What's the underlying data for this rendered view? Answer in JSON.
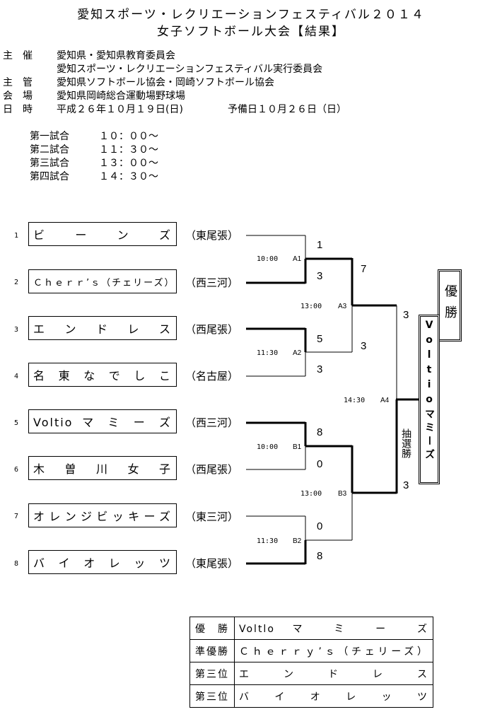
{
  "header": {
    "title_line1": "愛知スポーツ・レクリエーションフェスティバル２０１４",
    "title_line2": "女子ソフトボール大会【結果】"
  },
  "info": {
    "sponsor_label": "主　催",
    "sponsor_1": "愛知県・愛知県教育委員会",
    "sponsor_2": "愛知スポーツ・レクリエーションフェスティバル実行委員会",
    "organizer_label": "主　管",
    "organizer": "愛知県ソフトボール協会・岡崎ソフトボール協会",
    "venue_label": "会　場",
    "venue": "愛知県岡崎総合運動場野球場",
    "date_label": "日　時",
    "date": "平成２６年１０月１９日(日)",
    "reserve_date": "予備日１０月２６日（日）"
  },
  "schedule": [
    {
      "label": "第一試合",
      "time": "１０：００～"
    },
    {
      "label": "第二試合",
      "time": "１１：３０～"
    },
    {
      "label": "第三試合",
      "time": "１３：００～"
    },
    {
      "label": "第四試合",
      "time": "１４：３０～"
    }
  ],
  "teams": [
    {
      "seed": "1",
      "name": "ビ ー ン ズ",
      "region": "（東尾張）"
    },
    {
      "seed": "2",
      "name": "Ｃｈｅｒｒ’ｓ（チェリーズ）",
      "region": "（西三河）"
    },
    {
      "seed": "3",
      "name": "エ ン ド レ ス",
      "region": "（西尾張）"
    },
    {
      "seed": "4",
      "name": "名 東 な で し こ",
      "region": "（名古屋）"
    },
    {
      "seed": "5",
      "name": "Voltio マ ミ ー ズ",
      "region": "（西三河）"
    },
    {
      "seed": "6",
      "name": "木 曽 川 女 子",
      "region": "（西尾張）"
    },
    {
      "seed": "7",
      "name": "オレンジビッキーズ",
      "region": "（東三河）"
    },
    {
      "seed": "8",
      "name": "バ イ オ レ ッ ツ",
      "region": "（東尾張）"
    }
  ],
  "games": {
    "A1": {
      "id": "A1",
      "time": "10:00",
      "score_top": "1",
      "score_bottom": "3"
    },
    "A2": {
      "id": "A2",
      "time": "11:30",
      "score_top": "5",
      "score_bottom": "3"
    },
    "A3": {
      "id": "A3",
      "time": "13:00",
      "score_top": "7",
      "score_bottom": "3"
    },
    "B1": {
      "id": "B1",
      "time": "10:00",
      "score_top": "8",
      "score_bottom": "0"
    },
    "B2": {
      "id": "B2",
      "time": "11:30",
      "score_top": "0",
      "score_bottom": "8"
    },
    "B3": {
      "id": "B3",
      "time": "13:00",
      "score_top": "",
      "score_bottom": ""
    },
    "A4": {
      "id": "A4",
      "time": "14:30",
      "score_top": "3",
      "score_bottom": "3",
      "note": "抽選勝"
    }
  },
  "champion": {
    "label": "優勝",
    "team_vertical": "Voltioマミーズ"
  },
  "results": [
    {
      "rank": "優　勝",
      "team": "Voltlo マ ミ ー ズ"
    },
    {
      "rank": "準優勝",
      "team": "Ｃｈｅｒｒｙ’ｓ（チェリーズ）"
    },
    {
      "rank": "第三位",
      "team": "エ ン ド レ ス"
    },
    {
      "rank": "第三位",
      "team": "バ イ オ レ ッ ツ"
    }
  ]
}
